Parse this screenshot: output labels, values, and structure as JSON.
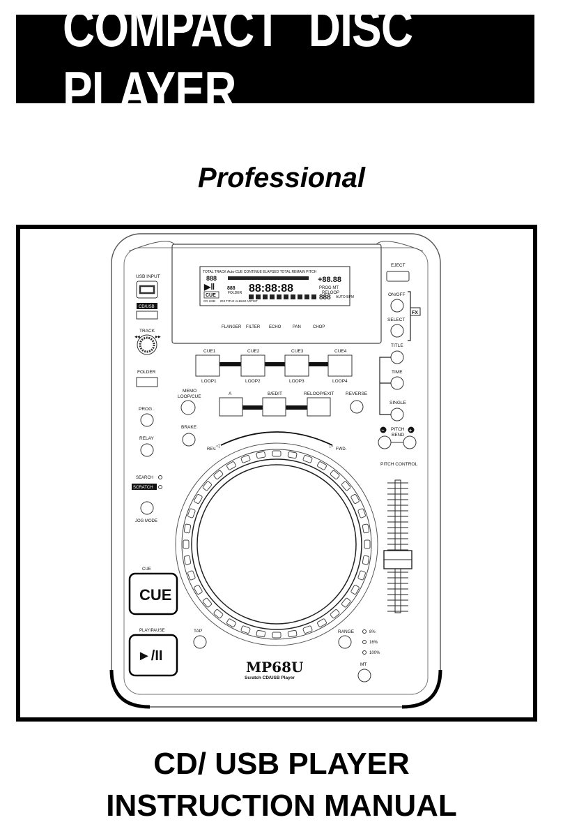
{
  "header": {
    "title": "COMPACT DISC PLAYER",
    "subtitle": "Professional"
  },
  "device": {
    "model": "MP68U",
    "model_sub": "Scratch CD/USB Player",
    "display": {
      "top_labels": "TOTAL TRACK  Auto-CUE CONTINUE ELAPSED TOTAL REMAIN   PITCH",
      "digits_main": "88:88:88",
      "digits_track": "888",
      "digits_pitch": "+88.88",
      "digits_bpm": "888",
      "cue": "CUE",
      "cd_usb": "CD USB",
      "prog_mt": "PROG  MT",
      "reloop": "RELOOP",
      "auto_bpm": "AUTO BPM",
      "folder": "FOLDER",
      "id3": "ID3 TITLE ALBUM ARTIST"
    },
    "fx": [
      "FLANGER",
      "FILTER",
      "ECHO",
      "PAN",
      "CHOP"
    ],
    "fx_tag": "FX",
    "left": {
      "usb_input": "USB INPUT",
      "cd_usb": "CD/USB",
      "track": "TRACK",
      "folder": "FOLDER",
      "prog": "PROG .",
      "relay": "RELAY",
      "search": "SEARCH",
      "scratch": "SCRATCH",
      "jog_mode": "JOG MODE",
      "cue_label": "CUE",
      "cue_btn": "CUE",
      "play_label": "PLAY/PAUSE",
      "play_btn": "►/II"
    },
    "center": {
      "cue1": "CUE1",
      "cue2": "CUE2",
      "cue3": "CUE3",
      "cue4": "CUE4",
      "loop1": "LOOP1",
      "loop2": "LOOP2",
      "loop3": "LOOP3",
      "loop4": "LOOP4",
      "memo": "MEMO",
      "loop_cue": "LOOP/CUE",
      "a": "A",
      "b_edit": "B/EDIT",
      "reloop_exit": "RELOOP/EXIT",
      "reverse": "REVERSE",
      "brake": "BRAKE",
      "rev": "REV.",
      "fwd": "FWD.",
      "tap": "TAP"
    },
    "right": {
      "eject": "EJECT",
      "on_off": "ON/OFF",
      "select": "SELECT",
      "title": "TITLE",
      "time": "TIME",
      "single": "SINGLE",
      "pitch": "PITCH",
      "bend": "BEND",
      "minus": "–",
      "plus": "+",
      "pitch_control": "PITCH CONTROL",
      "range": "RANGE",
      "r8": "8%",
      "r16": "16%",
      "r100": "100%",
      "mt": "MT"
    }
  },
  "footer": {
    "line1": "CD/ USB PLAYER",
    "line2": "INSTRUCTION MANUAL"
  }
}
